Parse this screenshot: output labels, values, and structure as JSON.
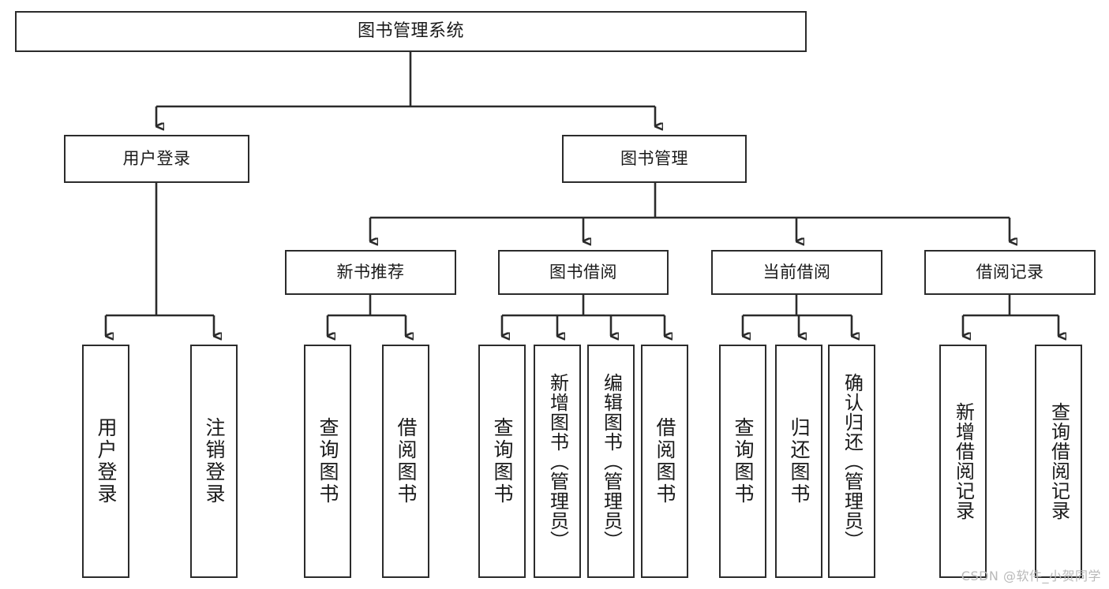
{
  "diagram": {
    "title": "图书管理系统",
    "type": "tree-hierarchy-chart",
    "orientation": "top-down",
    "arrow_style": "filled-triangle",
    "colors": {
      "box_border": "#2b2b2b",
      "box_fill": "#ffffff",
      "connector": "#2b2b2b",
      "text": "#1a1a1a",
      "background": "#ffffff",
      "watermark": "#b9b9b9"
    }
  },
  "root": {
    "label": "图书管理系统"
  },
  "level2": [
    {
      "id": "user-login",
      "label": "用户登录"
    },
    {
      "id": "book-mgmt",
      "label": "图书管理"
    }
  ],
  "level3": [
    {
      "id": "new-book-rec",
      "label": "新书推荐"
    },
    {
      "id": "book-borrow",
      "label": "图书借阅"
    },
    {
      "id": "current-borrow",
      "label": "当前借阅"
    },
    {
      "id": "borrow-record",
      "label": "借阅记录"
    }
  ],
  "leaves": {
    "user_login": [
      {
        "id": "user-login",
        "label": "用户登录"
      },
      {
        "id": "user-logout",
        "label": "注销登录"
      }
    ],
    "new_book_rec": [
      {
        "id": "nbr-query",
        "label": "查询图书"
      },
      {
        "id": "nbr-borrow",
        "label": "借阅图书"
      }
    ],
    "book_borrow": [
      {
        "id": "bb-query",
        "label": "查询图书"
      },
      {
        "id": "bb-add",
        "label": "新增图书（管理员）"
      },
      {
        "id": "bb-edit",
        "label": "编辑图书（管理员）"
      },
      {
        "id": "bb-borrow",
        "label": "借阅图书"
      }
    ],
    "current_borrow": [
      {
        "id": "cb-query",
        "label": "查询图书"
      },
      {
        "id": "cb-return",
        "label": "归还图书"
      },
      {
        "id": "cb-confirm",
        "label": "确认归还（管理员）"
      }
    ],
    "borrow_record": [
      {
        "id": "br-add",
        "label": "新增借阅记录"
      },
      {
        "id": "br-query",
        "label": "查询借阅记录"
      }
    ]
  },
  "watermark": {
    "text": "CSDN @软件_小贺同学"
  }
}
